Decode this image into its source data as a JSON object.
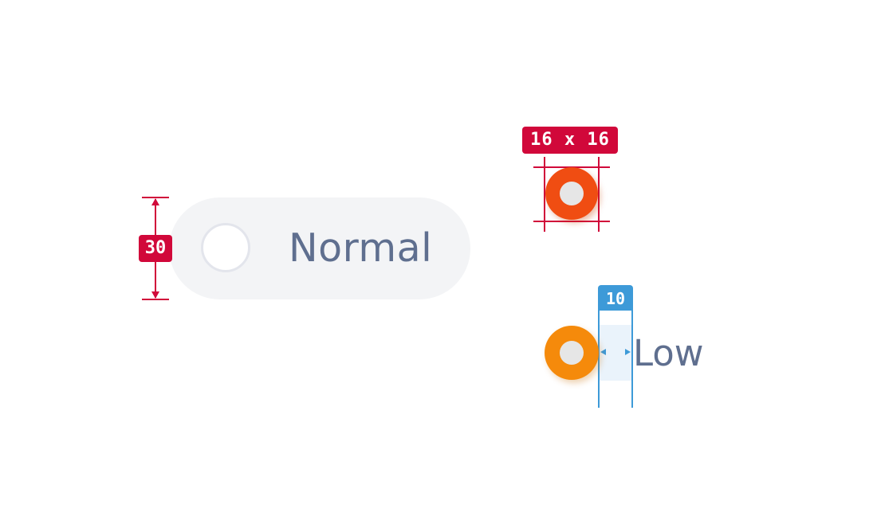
{
  "normal_option": {
    "label": "Normal",
    "height_annotation": "30"
  },
  "selected_option": {
    "size_annotation": "16 x 16"
  },
  "low_option": {
    "label": "Low",
    "spacing_annotation": "10"
  },
  "colors": {
    "annotation_red": "#d1083a",
    "annotation_blue": "#3d9ad8",
    "radio_selected_red": "#f04d12",
    "radio_selected_orange": "#f58a0b",
    "label_text": "#5f6f8f",
    "pill_background": "#f3f4f6"
  }
}
